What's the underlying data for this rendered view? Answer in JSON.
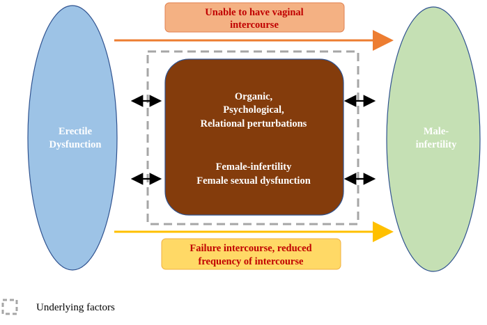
{
  "left_node": {
    "line1": "Erectile",
    "line2": "Dysfunction"
  },
  "right_node": {
    "line1": "Male-",
    "line2": "infertility"
  },
  "top_label": {
    "line1": "Unable to have vaginal",
    "line2": "intercourse"
  },
  "bottom_label": {
    "line1": "Failure intercourse, reduced",
    "line2": "frequency of intercourse"
  },
  "center_box": {
    "group1": [
      "Organic,",
      "Psychological,",
      "Relational perturbations"
    ],
    "group2": [
      "Female-infertility",
      "Female sexual dysfunction"
    ]
  },
  "legend": {
    "label": "Underlying factors"
  },
  "colors": {
    "left_ellipse_fill": "#9dc3e6",
    "right_ellipse_fill": "#c5e0b4",
    "ellipse_stroke": "#2f528f",
    "center_fill": "#843c0c",
    "center_stroke": "#2f528f",
    "top_label_fill": "#f4b183",
    "top_label_stroke": "#e08050",
    "top_arrow": "#ed7d31",
    "bottom_label_fill": "#ffd966",
    "bottom_label_stroke": "#f0b040",
    "bottom_arrow": "#ffc000",
    "dashed_border": "#a6a6a6",
    "node_text": "#ffffff",
    "label_text": "#c00000"
  }
}
